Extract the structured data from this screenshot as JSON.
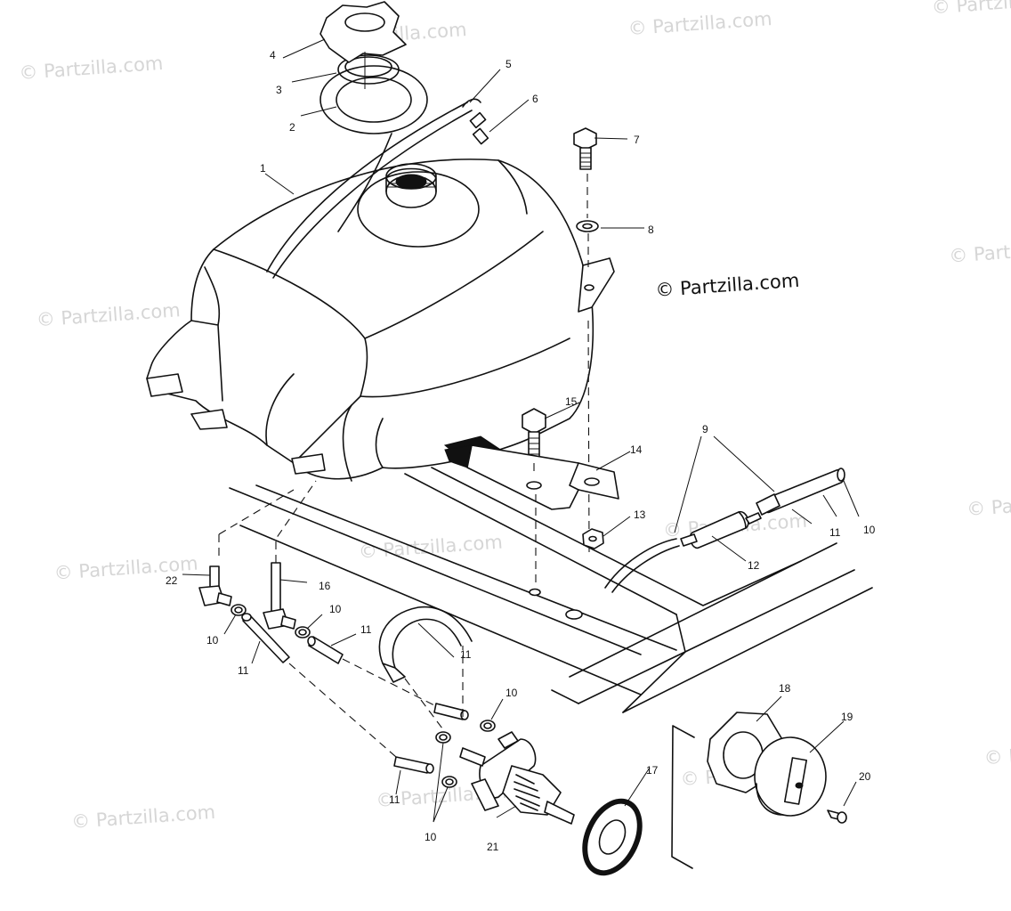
{
  "watermark": {
    "text": "© Partzilla.com"
  },
  "copyright": {
    "text": "© Partzilla.com"
  },
  "callouts": {
    "c1": "1",
    "c2": "2",
    "c3": "3",
    "c4": "4",
    "c5": "5",
    "c6": "6",
    "c7": "7",
    "c8": "8",
    "c9": "9",
    "c10a": "10",
    "c10b": "10",
    "c10c": "10",
    "c10d": "10",
    "c10e": "10",
    "c11a": "11",
    "c11b": "11",
    "c11c": "11",
    "c11d": "11",
    "c11e": "11",
    "c12": "12",
    "c13": "13",
    "c14": "14",
    "c15": "15",
    "c16": "16",
    "c17": "17",
    "c18": "18",
    "c19": "19",
    "c20": "20",
    "c21": "21",
    "c22": "22"
  }
}
